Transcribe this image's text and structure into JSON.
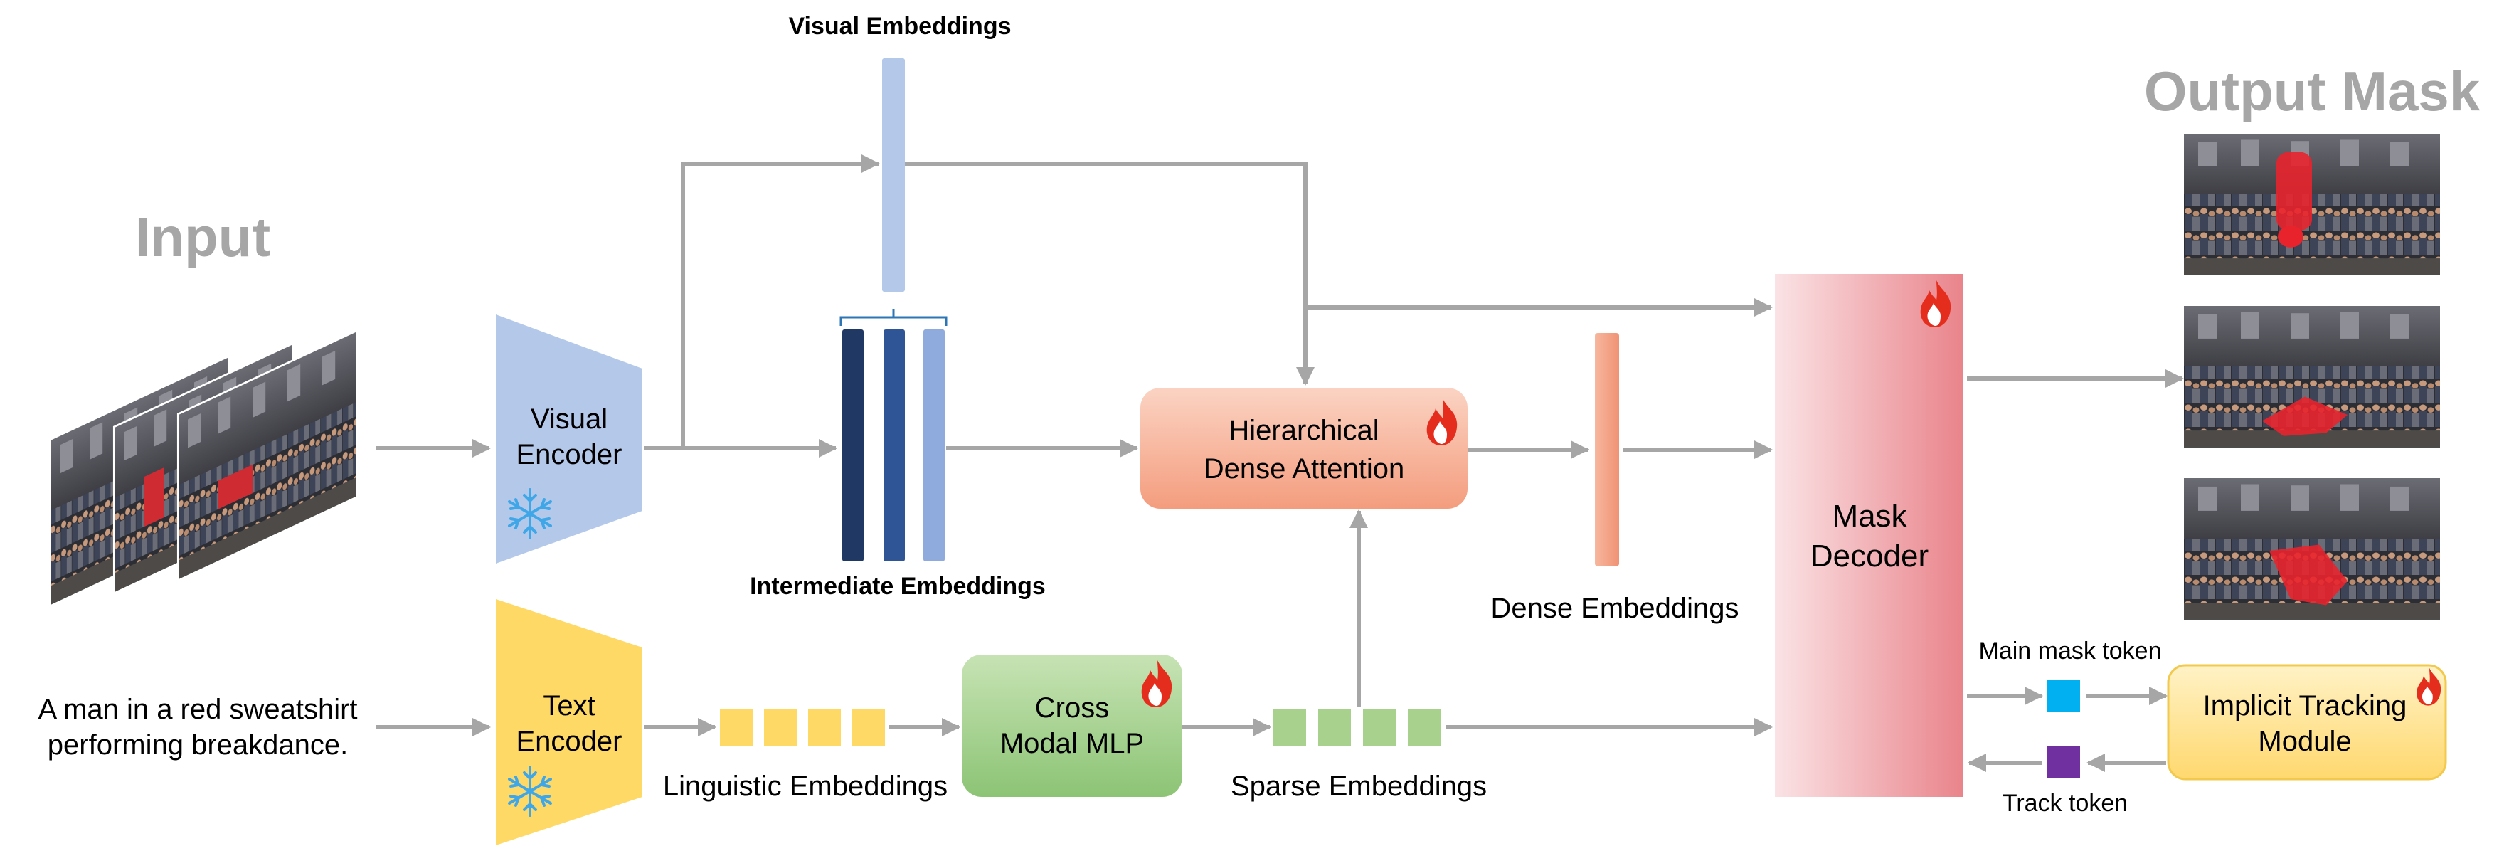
{
  "titles": {
    "input": "Input",
    "output": "Output Mask"
  },
  "input_text": {
    "line1": "A man in a red sweatshirt",
    "line2": "performing breakdance."
  },
  "modules": {
    "visual_encoder": {
      "line1": "Visual",
      "line2": "Encoder",
      "state": "frozen"
    },
    "text_encoder": {
      "line1": "Text",
      "line2": "Encoder",
      "state": "frozen"
    },
    "hierarchical_dense_attention": {
      "line1": "Hierarchical",
      "line2": "Dense Attention",
      "state": "trainable"
    },
    "cross_modal_mlp": {
      "line1": "Cross",
      "line2": "Modal MLP",
      "state": "trainable"
    },
    "mask_decoder": {
      "line1": "Mask",
      "line2": "Decoder",
      "state": "trainable"
    },
    "implicit_tracking_module": {
      "line1": "Implicit Tracking",
      "line2": "Module",
      "state": "trainable"
    }
  },
  "embeddings": {
    "visual": "Visual Embeddings",
    "intermediate": "Intermediate Embeddings",
    "dense": "Dense Embeddings",
    "linguistic": "Linguistic Embeddings",
    "sparse": "Sparse Embeddings"
  },
  "tokens": {
    "main_mask": "Main mask token",
    "track": "Track token"
  },
  "icons": {
    "frozen": "snowflake-icon",
    "trainable": "flame-icon"
  },
  "colors": {
    "arrow": "#a6a6a6",
    "title_gray": "#a6a6a6",
    "visual_encoder": "#b4c9ea",
    "text_encoder": "#ffd966",
    "hda_fill": "#f4a78a",
    "cross_mlp_fill": "#a9d18e",
    "mask_decoder_fill": "#ea8a90",
    "implicit_tracking_fill": "#ffe699",
    "main_mask_token": "#00b0f0",
    "track_token": "#7030a0",
    "flame": "#e52d1e",
    "snowflake": "#3fa7e8"
  }
}
